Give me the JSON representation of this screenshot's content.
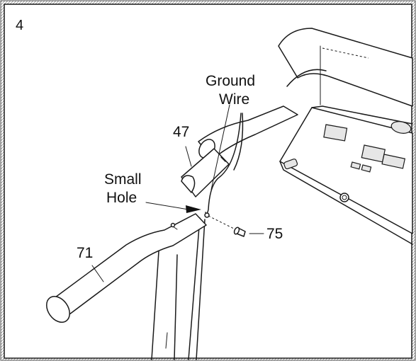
{
  "step_number": "4",
  "labels": {
    "ground_wire_line1": "Ground",
    "ground_wire_line2": "Wire",
    "part_47": "47",
    "small_hole_line1": "Small",
    "small_hole_line2": "Hole",
    "part_71": "71",
    "part_75": "75"
  }
}
